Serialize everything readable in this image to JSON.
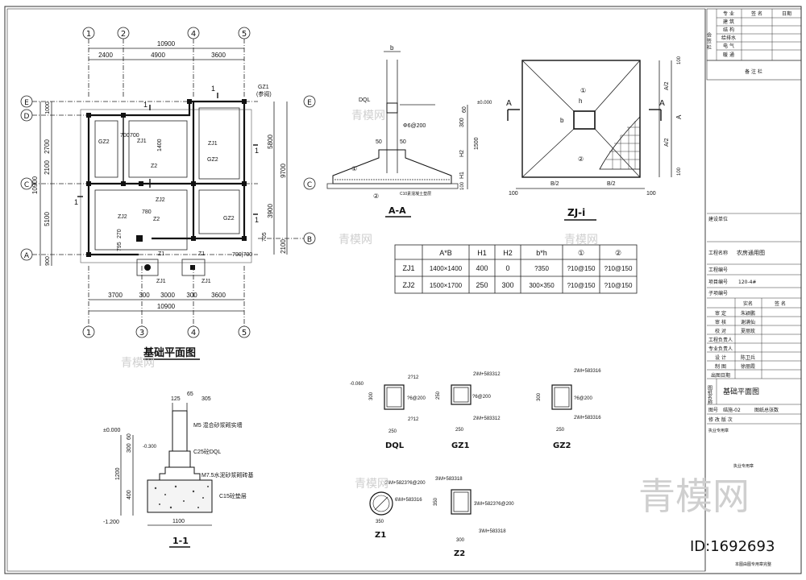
{
  "drawing": {
    "plan_title": "基础平面图",
    "section_aa_title": "A-A",
    "zj_title": "ZJ-i",
    "section_11_title": "1-1",
    "axes_top": [
      "1",
      "2",
      "4",
      "5"
    ],
    "axes_bottom": [
      "1",
      "3",
      "4",
      "5"
    ],
    "axes_left": [
      "E",
      "D",
      "C",
      "A"
    ],
    "axes_right": [
      "E",
      "C",
      "B"
    ],
    "dims_top_total": "10900",
    "dims_top": [
      "2400",
      "4900",
      "3600"
    ],
    "dims_bottom": [
      "3700",
      "300",
      "3000",
      "300",
      "3600"
    ],
    "dims_bottom_total": "10900",
    "dims_left": [
      "1000",
      "2700",
      "2100",
      "5100",
      "900"
    ],
    "dims_left_total": "10900",
    "dims_right": [
      "5800",
      "9700",
      "3900",
      "2100"
    ],
    "plan_labels": {
      "gz1_ref": "GZ1",
      "gz1_ref_note": "(参阅)",
      "gz2": "GZ2",
      "zj1": "ZJ1",
      "zj2": "ZJ2",
      "z2": "Z2",
      "z1": "Z1",
      "one": "1",
      "d1400": "1400",
      "d700a": "700",
      "d700b": "700",
      "d780": "780",
      "d270": "270",
      "d795": "795",
      "d705": "705",
      "d700700": "700|700"
    },
    "aa": {
      "b": "b",
      "dql": "DQL",
      "bar": "Φ6@200",
      "d50a": "50",
      "d50b": "50",
      "el": "±0.000",
      "d60": "60",
      "d300": "300",
      "d1500": "1500",
      "h2": "H2",
      "h1": "H1",
      "d100": "100",
      "c1": "①",
      "c2": "②",
      "c10": "C10素混凝土垫层"
    },
    "zj": {
      "h": "h",
      "b": "b",
      "A": "A",
      "A2a": "A/2",
      "A2b": "A/2",
      "B2a": "B/2",
      "B2b": "B/2",
      "d100a": "100",
      "d100b": "100",
      "d100c": "100",
      "d100d": "100",
      "c1": "①",
      "c2": "②"
    },
    "table": {
      "headers": [
        "",
        "A*B",
        "H1",
        "H2",
        "b*h",
        "①",
        "②"
      ],
      "rows": [
        [
          "ZJ1",
          "1400×1400",
          "400",
          "0",
          "?350",
          "?10@150",
          "?10@150"
        ],
        [
          "ZJ2",
          "1500×1700",
          "250",
          "300",
          "300×350",
          "?10@150",
          "?10@150"
        ]
      ]
    },
    "sec11": {
      "d125": "125",
      "d65": "65",
      "d305": "305",
      "m5": "M5 混合砂浆砌实墙",
      "el0": "±0.000",
      "el300": "-0.300",
      "dql": "C25砼DQL",
      "m75": "M7.5水泥砂浆砌砖基",
      "c15": "C15砼垫层",
      "d300a": "300",
      "d60": "60",
      "d1200": "1200",
      "d400": "400",
      "el1200": "-1.200",
      "d1100": "1100"
    },
    "beams": {
      "dql": {
        "name": "DQL",
        "el": "-0.060",
        "top": "2?12",
        "bot": "2?12",
        "stir": "?6@200",
        "w": "250",
        "h": "300"
      },
      "gz1": {
        "name": "GZ1",
        "top": "2\\M+583312",
        "bot": "2\\M+583312",
        "stir": "?6@200",
        "w": "250",
        "h": "250"
      },
      "gz2": {
        "name": "GZ2",
        "top": "2\\M+583316",
        "bot": "2\\M+583316",
        "stir": "?6@200",
        "w": "250",
        "h": "300"
      },
      "z1": {
        "name": "Z1",
        "a": "3\\M+5823?6@200",
        "b": "6\\M+583316",
        "d": "350"
      },
      "z2": {
        "name": "Z2",
        "a": "3\\M+583318",
        "b": "3\\M+5823?6@200",
        "c": "3\\M+583318",
        "h": "350",
        "w": "300"
      }
    }
  },
  "title_block": {
    "sign_head": [
      "专 业",
      "签 名",
      "日期"
    ],
    "side_label": "会 签 栏",
    "disciplines": [
      "建 筑",
      "结 构",
      "给排水",
      "电 气",
      "暖 通"
    ],
    "remarks": "备 注 栏",
    "unit_label": "建设单位",
    "project_label": "工程名称",
    "project_name": "农房通用图",
    "project_no_label": "工程编号",
    "item_no_label": "项目编号",
    "item_no": "120-4#",
    "sub_no_label": "子项编号",
    "role_head": [
      "实名",
      "签 名"
    ],
    "roles": [
      [
        "审 定",
        "朱颖鹏"
      ],
      [
        "审 核",
        "谢满仙"
      ],
      [
        "校 对",
        "夏丽玫"
      ],
      [
        "工程负责人",
        ""
      ],
      [
        "专业负责人",
        ""
      ],
      [
        "设 计",
        "陈卫兵"
      ],
      [
        "制 图",
        "徐丽霞"
      ],
      [
        "出图日期",
        ""
      ]
    ],
    "drawing_name_label": "图纸名称",
    "drawing_name": "基础平面图",
    "drawing_no_label": "图号",
    "drawing_no": "结施-02",
    "total_label": "图纸总张数",
    "rev_label": "修 改 版 次",
    "stamp": "执业专用章",
    "bottom_note": "本图由图专用章完整"
  },
  "watermark": {
    "brand": "青模网",
    "small": "青模网",
    "id_text": "ID:1692693"
  }
}
